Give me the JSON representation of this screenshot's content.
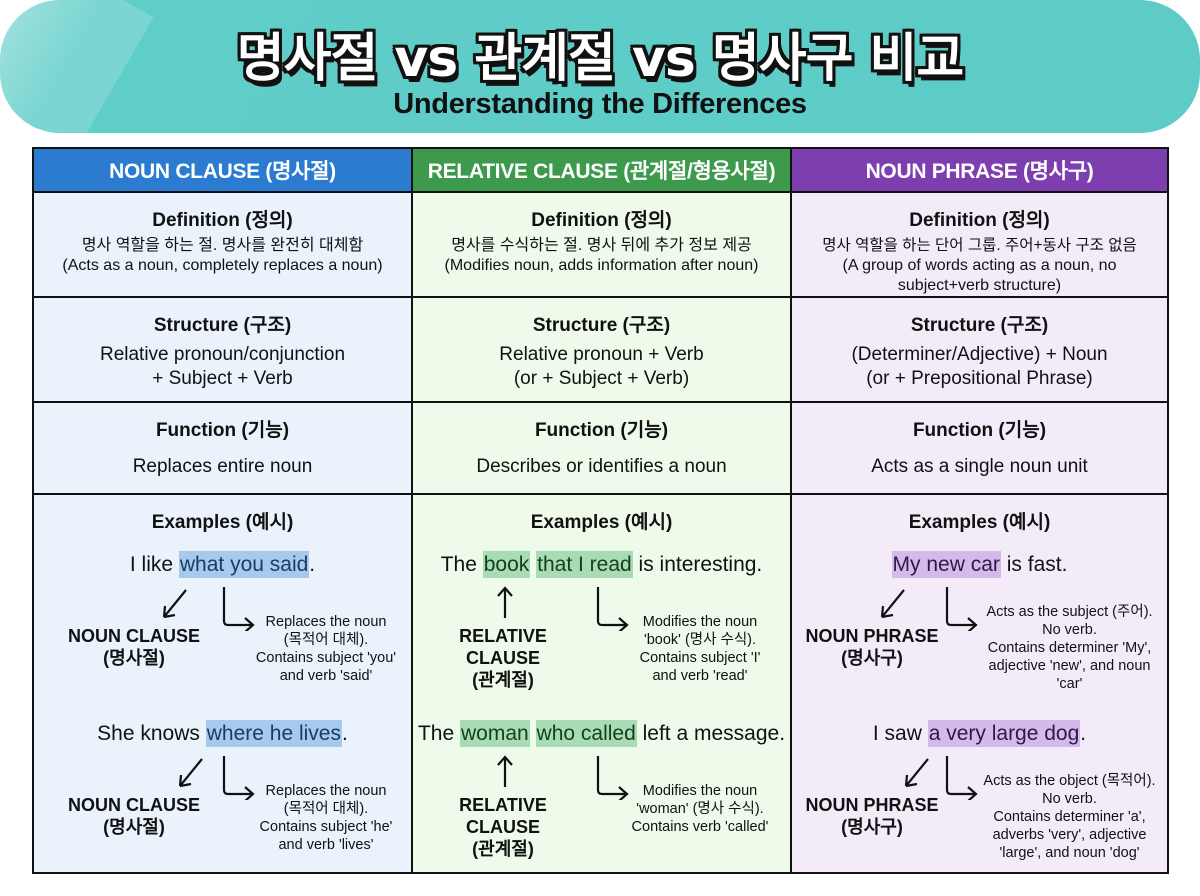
{
  "header": {
    "title": "명사절 vs 관계절 vs 명사구 비교",
    "subtitle": "Understanding the Differences"
  },
  "colors": {
    "banner": "#5ecbc6",
    "noun_clause": "#2b7bd0",
    "relative_clause": "#3d9a4c",
    "noun_phrase": "#7d3fb0"
  },
  "columns": [
    {
      "header": "NOUN CLAUSE (명사절)",
      "definition": {
        "title": "Definition (정의)",
        "korean": "명사 역할을 하는 절. 명사를 완전히 대체함",
        "english": "(Acts as a noun, completely replaces a noun)"
      },
      "structure": {
        "title": "Structure (구조)",
        "line1": "Relative pronoun/conjunction",
        "line2": "+ Subject + Verb"
      },
      "function": {
        "title": "Function (기능)",
        "text": "Replaces entire noun"
      },
      "examples": {
        "title": "Examples (예시)",
        "items": [
          {
            "pre": "I like ",
            "hl1": "what you said",
            "mid": "",
            "hl2": "",
            "post": ".",
            "label1": "NOUN CLAUSE",
            "label2": "(명사절)",
            "note": [
              "Replaces the noun",
              "(목적어 대체).",
              "Contains subject 'you'",
              "and verb 'said'"
            ]
          },
          {
            "pre": "She knows ",
            "hl1": "where he lives",
            "mid": "",
            "hl2": "",
            "post": ".",
            "label1": "NOUN CLAUSE",
            "label2": "(명사절)",
            "note": [
              "Replaces the noun",
              "(목적어 대체).",
              "Contains subject 'he'",
              "and verb 'lives'"
            ]
          }
        ]
      }
    },
    {
      "header": "RELATIVE CLAUSE (관계절/형용사절)",
      "definition": {
        "title": "Definition (정의)",
        "korean": "명사를 수식하는 절. 명사 뒤에 추가 정보 제공",
        "english": "(Modifies noun, adds information after noun)"
      },
      "structure": {
        "title": "Structure (구조)",
        "line1": "Relative pronoun + Verb",
        "line2": "(or + Subject + Verb)"
      },
      "function": {
        "title": "Function (기능)",
        "text": "Describes or identifies a noun"
      },
      "examples": {
        "title": "Examples (예시)",
        "items": [
          {
            "pre": "The ",
            "hl1": "book",
            "mid": " ",
            "hl2": "that I read",
            "post": " is interesting.",
            "label1": "RELATIVE CLAUSE",
            "label2": "(관계절)",
            "note": [
              "Modifies the noun",
              "'book' (명사 수식).",
              "Contains subject 'I'",
              "and verb 'read'"
            ]
          },
          {
            "pre": "The ",
            "hl1": "woman",
            "mid": " ",
            "hl2": "who called",
            "post": " left a message.",
            "label1": "RELATIVE CLAUSE",
            "label2": "(관계절)",
            "note": [
              "Modifies the noun",
              "'woman' (명사 수식).",
              "Contains verb 'called'"
            ]
          }
        ]
      }
    },
    {
      "header": "NOUN PHRASE (명사구)",
      "definition": {
        "title": "Definition (정의)",
        "korean": "명사 역할을 하는 단어 그룹. 주어+동사 구조 없음",
        "english": "(A group of words acting as a noun, no subject+verb structure)"
      },
      "structure": {
        "title": "Structure (구조)",
        "line1": "(Determiner/Adjective) + Noun",
        "line2": "(or + Prepositional Phrase)"
      },
      "function": {
        "title": "Function (기능)",
        "text": "Acts as a single noun unit"
      },
      "examples": {
        "title": "Examples (예시)",
        "items": [
          {
            "pre": "",
            "hl1": "My new car",
            "mid": "",
            "hl2": "",
            "post": " is fast.",
            "label1": "NOUN PHRASE",
            "label2": "(명사구)",
            "note": [
              "Acts as the subject (주어).",
              "No verb.",
              "Contains determiner 'My',",
              "adjective 'new', and noun",
              "'car'"
            ]
          },
          {
            "pre": "I saw ",
            "hl1": "a very large dog",
            "mid": "",
            "hl2": "",
            "post": ".",
            "label1": "NOUN PHRASE",
            "label2": "(명사구)",
            "note": [
              "Acts as the object (목적어).",
              "No verb.",
              "Contains determiner 'a',",
              "adverbs 'very', adjective",
              "'large', and noun 'dog'"
            ]
          }
        ]
      }
    }
  ]
}
